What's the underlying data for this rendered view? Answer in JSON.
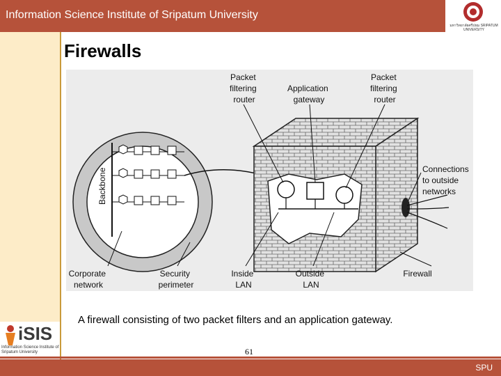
{
  "header": {
    "title": "Information Science Institute of Sripatum University",
    "logo_caption": "มหาวิทยาลัยศรีปทุม SRIPATUM UNIVERSITY"
  },
  "sidebar": {
    "logo_text": "iSIS",
    "logo_subtitle": "Information Science Institute of Sripatum University"
  },
  "slide": {
    "title": "Firewalls",
    "caption": "A firewall consisting of two packet filters and an application gateway.",
    "page_number": "61"
  },
  "figure": {
    "labels": {
      "pf_router_left": [
        "Packet",
        "filtering",
        "router"
      ],
      "app_gateway": [
        "Application",
        "gateway"
      ],
      "pf_router_right": [
        "Packet",
        "filtering",
        "router"
      ],
      "connections": [
        "Connections",
        "to outside",
        "networks"
      ],
      "backbone": "Backbone",
      "corporate": [
        "Corporate",
        "network"
      ],
      "security": [
        "Security",
        "perimeter"
      ],
      "inside": [
        "Inside",
        "LAN"
      ],
      "outside": [
        "Outside",
        "LAN"
      ],
      "firewall": "Firewall"
    }
  },
  "footer": {
    "label": "SPU"
  },
  "colors": {
    "bar": "#b6523a",
    "sidebar": "#fdecc8",
    "figure_bg": "#ececec"
  }
}
